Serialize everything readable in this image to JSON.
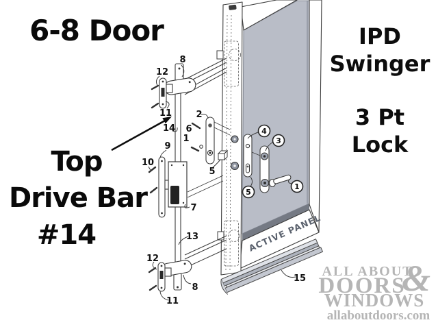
{
  "headline": "6-8 Door",
  "left_label": {
    "line1": "Top",
    "line2": "Drive Bar",
    "line3": "#14"
  },
  "right_label": {
    "line1": "IPD",
    "line2": "Swinger",
    "line3": "3 Pt",
    "line4": "Lock"
  },
  "door": {
    "panel_text": "ACTIVE PANEL"
  },
  "callouts": {
    "plain": [
      "8",
      "12",
      "11",
      "14",
      "2",
      "6",
      "1",
      "9",
      "10",
      "5",
      "7",
      "13",
      "12",
      "8",
      "11",
      "15"
    ],
    "circled": [
      "4",
      "3",
      "5",
      "1"
    ]
  },
  "watermark": {
    "line1": "ALL ABOUT",
    "ampersand": "&",
    "line2": "DOORS",
    "line3": "WINDOWS",
    "site": "allaboutdoors.com"
  },
  "colors": {
    "glass": "#b9bdc7",
    "glass_shadow": "#757a84",
    "line": "#3b3b3b",
    "watermark_gray": "#b5b5b5",
    "panel_text": "#5a616d",
    "cylinder_gray": "#a0a6b2"
  }
}
